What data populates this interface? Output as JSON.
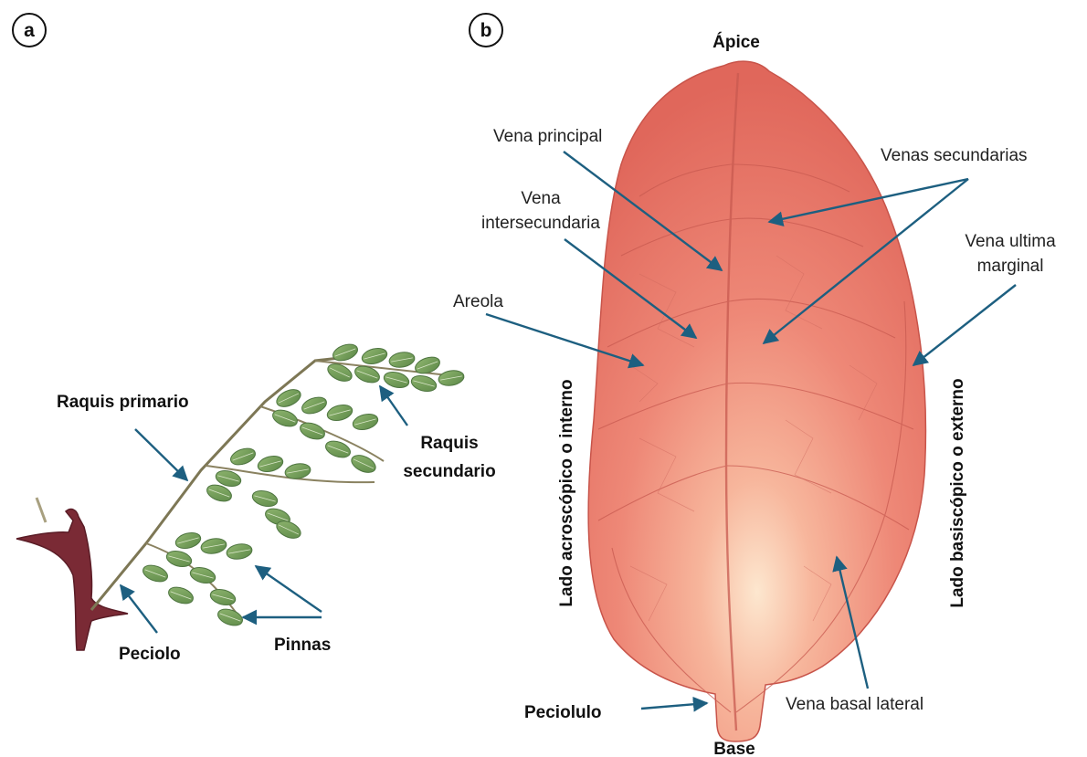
{
  "panels": {
    "a": "a",
    "b": "b"
  },
  "labels_a": {
    "primary_rachis": "Raquis primario",
    "secondary_rachis_line1": "Raquis",
    "secondary_rachis_line2": "secundario",
    "petiole": "Peciolo",
    "pinnae": "Pinnas"
  },
  "labels_b": {
    "apex": "Ápice",
    "base": "Base",
    "petiolule": "Peciolulo",
    "main_vein": "Vena principal",
    "secondary_veins": "Venas secundarias",
    "intersecondary_vein_line1": "Vena",
    "intersecondary_vein_line2": "intersecundaria",
    "areole": "Areola",
    "marginal_vein_line1": "Vena ultima",
    "marginal_vein_line2": "marginal",
    "basal_lateral_vein": "Vena basal lateral",
    "acroscopic_side": "Lado acroscópico o interno",
    "basiscopic_side": "Lado basiscópico o externo"
  },
  "colors": {
    "arrow": "#1d5f80",
    "leaf": "#e8776a",
    "leaflet": "#6f9a56",
    "stem": "#7a2a35"
  }
}
